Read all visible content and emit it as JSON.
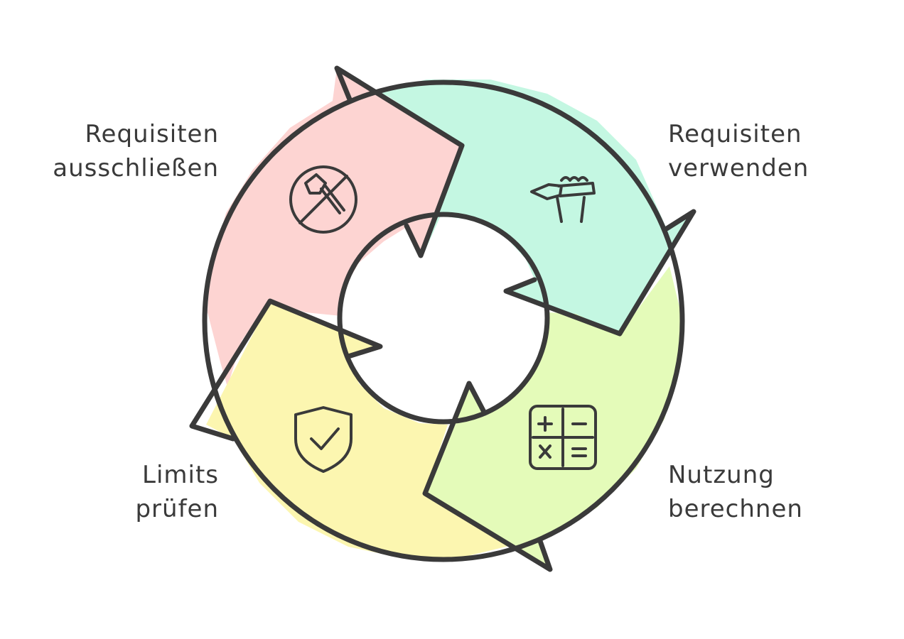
{
  "colors": {
    "outline": "#3a3a3a",
    "red_segment": "#fdd4d2",
    "teal_segment": "#c4f7e2",
    "green_segment": "#e4fbb9",
    "yellow_segment": "#fcf6b0",
    "text": "#3a3a3a"
  },
  "cycle": [
    {
      "id": "exclude",
      "label_line1": "Requisiten",
      "label_line2": "ausschließen",
      "icon": "no-axe-icon",
      "color": "#fdd4d2"
    },
    {
      "id": "use",
      "label_line1": "Requisiten",
      "label_line2": "verwenden",
      "icon": "hand-holding-pen-icon",
      "color": "#c4f7e2"
    },
    {
      "id": "calc",
      "label_line1": "Nutzung",
      "label_line2": "berechnen",
      "icon": "calculator-icon",
      "color": "#e4fbb9"
    },
    {
      "id": "check",
      "label_line1": "Limits",
      "label_line2": "prüfen",
      "icon": "shield-check-icon",
      "color": "#fcf6b0"
    }
  ]
}
